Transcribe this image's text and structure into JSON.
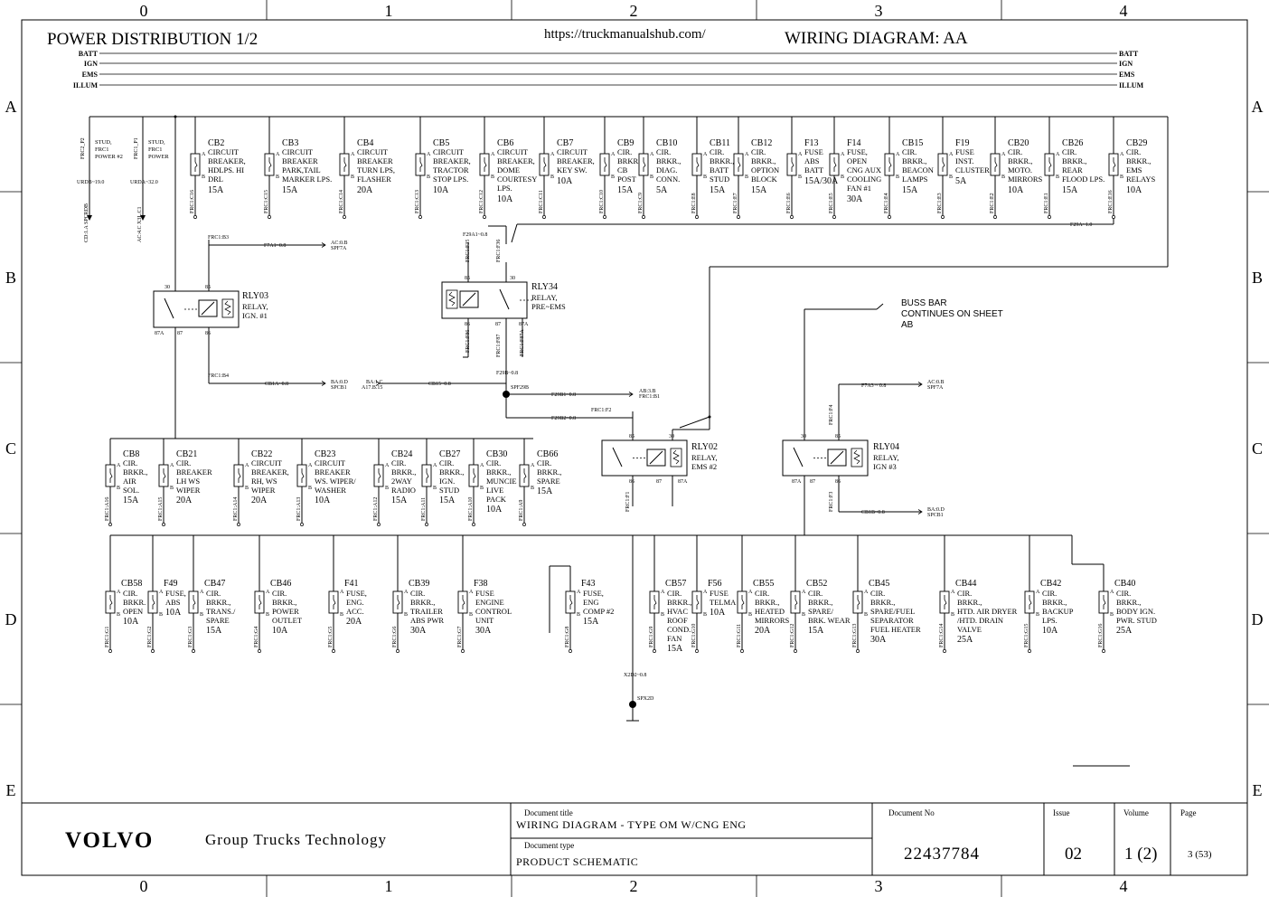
{
  "header": {
    "title": "POWER DISTRIBUTION 1/2",
    "url": "https://truckmanualshub.com/",
    "diagram": "WIRING DIAGRAM: AA"
  },
  "grid": {
    "cols": [
      "0",
      "1",
      "2",
      "3",
      "4"
    ],
    "rows": [
      "A",
      "B",
      "C",
      "D",
      "E"
    ]
  },
  "rails": [
    "BATT",
    "IGN",
    "EMS",
    "ILLUM"
  ],
  "row1": [
    {
      "id": "stud1",
      "lines": [
        "STUD,",
        "FRC1",
        "POWER #2"
      ],
      "pin": "FRC2_P2",
      "wire": "URDB~19.0",
      "conn": "CD:1.A  SPCRDB"
    },
    {
      "id": "stud2",
      "lines": [
        "STUD,",
        "FRC1",
        "POWER"
      ],
      "pin": "FRC1_P1",
      "wire": "URDA~32.0",
      "conn": "AC:4.C  X3L.C1"
    },
    {
      "id": "CB2",
      "lines": [
        "CIRCUIT",
        "BREAKER,",
        "HDLPS. HI",
        "DRL"
      ],
      "amp": "15A",
      "pin": "FRC1:C16"
    },
    {
      "id": "CB3",
      "lines": [
        "CIRCUIT",
        "BREAKER",
        "PARK,TAIL",
        "MARKER LPS."
      ],
      "amp": "15A",
      "pin": "FRC1:C15"
    },
    {
      "id": "CB4",
      "lines": [
        "CIRCUIT",
        "BREAKER",
        "TURN LPS,",
        "FLASHER"
      ],
      "amp": "20A",
      "pin": "FRC1:C14"
    },
    {
      "id": "CB5",
      "lines": [
        "CIRCUIT",
        "BREAKER,",
        "TRACTOR",
        "STOP LPS."
      ],
      "amp": "10A",
      "pin": "FRC1:C13"
    },
    {
      "id": "CB6",
      "lines": [
        "CIRCUIT",
        "BREAKER,",
        "DOME",
        "COURTESY",
        "LPS."
      ],
      "amp": "10A",
      "pin": "FRC1:C12"
    },
    {
      "id": "CB7",
      "lines": [
        "CIRCUIT",
        "BREAKER,",
        "KEY SW."
      ],
      "amp": "10A",
      "pin": "FRC1:C11"
    },
    {
      "id": "CB9",
      "lines": [
        "CIR.",
        "BRKR.,",
        "CB",
        "POST"
      ],
      "amp": "15A",
      "pin": "FRC1:C10"
    },
    {
      "id": "CB10",
      "lines": [
        "CIR.",
        "BRKR.,",
        "DIAG.",
        "CONN."
      ],
      "amp": "5A",
      "pin": "FRC1:C9"
    },
    {
      "id": "CB11",
      "lines": [
        "CIR.",
        "BRKR.,",
        "BATT",
        "STUD"
      ],
      "amp": "15A",
      "pin": "FRC1:E8"
    },
    {
      "id": "CB12",
      "lines": [
        "CIR.",
        "BRKR.,",
        "OPTION",
        "BLOCK"
      ],
      "amp": "15A",
      "pin": "FRC1:E7"
    },
    {
      "id": "F13",
      "lines": [
        "FUSE",
        "ABS",
        "BATT"
      ],
      "amp": "15A/30A",
      "pin": "FRC1:E6"
    },
    {
      "id": "F14",
      "lines": [
        "FUSE,",
        "OPEN",
        "CNG AUX",
        "COOLING",
        "FAN #1"
      ],
      "amp": "30A",
      "pin": "FRC1:E5"
    },
    {
      "id": "CB15",
      "lines": [
        "CIR.",
        "BRKR.,",
        "BEACON",
        "LAMPS"
      ],
      "amp": "15A",
      "pin": "FRC1:E4"
    },
    {
      "id": "F19",
      "lines": [
        "FUSE",
        "INST.",
        "CLUSTER"
      ],
      "amp": "5A",
      "pin": "FRC1:E3"
    },
    {
      "id": "CB20",
      "lines": [
        "CIR.",
        "BRKR.,",
        "MOTO.",
        "MIRRORS"
      ],
      "amp": "10A",
      "pin": "FRC1:E2"
    },
    {
      "id": "CB26",
      "lines": [
        "CIR.",
        "BRKR.,",
        "REAR",
        "FLOOD LPS."
      ],
      "amp": "15A",
      "pin": "FRC1:E1"
    },
    {
      "id": "CB29",
      "lines": [
        "CIR.",
        "BRKR.,",
        "EMS",
        "RELAYS"
      ],
      "amp": "10A",
      "pin": "FRC1:E16"
    }
  ],
  "row2": [
    {
      "id": "CB8",
      "lines": [
        "CIR.",
        "BRKR.,",
        "AIR",
        "SOL."
      ],
      "amp": "15A",
      "pin": "FRC1:A16"
    },
    {
      "id": "CB21",
      "lines": [
        "CIR.",
        "BREAKER",
        "LH WS",
        "WIPER"
      ],
      "amp": "20A",
      "pin": "FRC1:A15"
    },
    {
      "id": "CB22",
      "lines": [
        "CIRCUIT",
        "BREAKER,",
        "RH, WS",
        "WIPER"
      ],
      "amp": "20A",
      "pin": "FRC1:A14"
    },
    {
      "id": "CB23",
      "lines": [
        "CIRCUIT",
        "BREAKER",
        "WS. WIPER/",
        "WASHER"
      ],
      "amp": "10A",
      "pin": "FRC1:A13"
    },
    {
      "id": "CB24",
      "lines": [
        "CIR.",
        "BRKR.,",
        "2WAY",
        "RADIO"
      ],
      "amp": "15A",
      "pin": "FRC1:A12"
    },
    {
      "id": "CB27",
      "lines": [
        "CIR.",
        "BRKR.,",
        "IGN.",
        "STUD"
      ],
      "amp": "15A",
      "pin": "FRC1:A11"
    },
    {
      "id": "CB30",
      "lines": [
        "CIR.",
        "BRKR.,",
        "MUNCIE",
        "LIVE",
        "PACK"
      ],
      "amp": "10A",
      "pin": "FRC1:A10"
    },
    {
      "id": "CB66",
      "lines": [
        "CIR.",
        "BRKR.,",
        "SPARE"
      ],
      "amp": "15A",
      "pin": "FRC1:A9"
    }
  ],
  "row3": [
    {
      "id": "CB58",
      "lines": [
        "CIR.",
        "BRKR.",
        "OPEN"
      ],
      "amp": "10A",
      "pin": "FRC1:G1"
    },
    {
      "id": "F49",
      "lines": [
        "FUSE,",
        "ABS"
      ],
      "amp": "10A",
      "pin": "FRC1:G2"
    },
    {
      "id": "CB47",
      "lines": [
        "CIR.",
        "BRKR.,",
        "TRANS./",
        "SPARE"
      ],
      "amp": "15A",
      "pin": "FRC1:G3"
    },
    {
      "id": "CB46",
      "lines": [
        "CIR.",
        "BRKR.,",
        "POWER",
        "OUTLET"
      ],
      "amp": "10A",
      "pin": "FRC1:G4"
    },
    {
      "id": "F41",
      "lines": [
        "FUSE,",
        "ENG.",
        "ACC."
      ],
      "amp": "20A",
      "pin": "FRC1:G5"
    },
    {
      "id": "CB39",
      "lines": [
        "CIR.",
        "BRKR.,",
        "TRAILER",
        "ABS PWR"
      ],
      "amp": "30A",
      "pin": "FRC1:G6"
    },
    {
      "id": "F38",
      "lines": [
        "FUSE",
        "ENGINE",
        "CONTROL",
        "UNIT"
      ],
      "amp": "30A",
      "pin": "FRC1:G7"
    },
    {
      "id": "F43",
      "lines": [
        "FUSE,",
        "ENG",
        "COMP #2"
      ],
      "amp": "15A",
      "pin": "FRC1:G8"
    },
    {
      "id": "CB57",
      "lines": [
        "CIR.",
        "BRKR.,",
        "HVAC",
        "ROOF",
        "COND.",
        "FAN"
      ],
      "amp": "15A",
      "pin": "FRC1:G9"
    },
    {
      "id": "F56",
      "lines": [
        "FUSE",
        "TELMA"
      ],
      "amp": "10A",
      "pin": "FRC1:G10"
    },
    {
      "id": "CB55",
      "lines": [
        "CIR.",
        "BRKR.,",
        "HEATED",
        "MIRRORS"
      ],
      "amp": "20A",
      "pin": "FRC1:G11"
    },
    {
      "id": "CB52",
      "lines": [
        "CIR.",
        "BRKR.,",
        "SPARE/",
        "BRK. WEAR"
      ],
      "amp": "15A",
      "pin": "FRC1:G12"
    },
    {
      "id": "CB45",
      "lines": [
        "CIR.",
        "BRKR.,",
        "SPARE/FUEL",
        "SEPARATOR",
        "FUEL HEATER"
      ],
      "amp": "30A",
      "pin": "FRC1:G13"
    },
    {
      "id": "CB44",
      "lines": [
        "CIR.",
        "BRKR.,",
        "HTD. AIR DRYER",
        "/HTD. DRAIN",
        "VALVE"
      ],
      "amp": "25A",
      "pin": "FRC1:G14"
    },
    {
      "id": "CB42",
      "lines": [
        "CIR.",
        "BRKR.,",
        "BACKUP",
        "LPS."
      ],
      "amp": "10A",
      "pin": "FRC1:G15"
    },
    {
      "id": "CB40",
      "lines": [
        "CIR.",
        "BRKR.,",
        "BODY IGN.",
        "PWR. STUD"
      ],
      "amp": "25A",
      "pin": "FRC1:G16"
    }
  ],
  "relays": [
    {
      "id": "RLY03",
      "lines": [
        "RELAY,",
        "IGN. #1"
      ],
      "pins": [
        "30",
        "85",
        "87A",
        "87",
        "86"
      ]
    },
    {
      "id": "RLY34",
      "lines": [
        "RELAY,",
        "PRE~EMS"
      ],
      "pins": [
        "85",
        "30",
        "86",
        "87",
        "87A"
      ]
    },
    {
      "id": "RLY02",
      "lines": [
        "RELAY,",
        "EMS #2"
      ],
      "pins": [
        "85",
        "30",
        "86",
        "87",
        "87A"
      ]
    },
    {
      "id": "RLY04",
      "lines": [
        "RELAY,",
        "IGN #3"
      ],
      "pins": [
        "30",
        "85",
        "87A",
        "87",
        "86"
      ]
    }
  ],
  "buss": [
    "BUSS BAR",
    "CONTINUES ON SHEET",
    "AB"
  ],
  "wires": {
    "frc1b3": "FRC1:B3",
    "f7a1": "F7A1~0.8",
    "ac0b": "AC:0.B",
    "spf7a": "SPF7A",
    "frc1b4": "FRC1:B4",
    "cb1a": "CB1A~0.8",
    "ba0d": "BA:0.D",
    "spcb1": "SPCB1",
    "ba1c": "BA:1.C",
    "a17b15": "A17.B.15",
    "cb15": "CB15~0.8",
    "f29a1": "F29A1~0.8",
    "frc1f35": "FRC1:F35",
    "frc1f36": "FRC1:F36",
    "frc1f86": "FRC1:F86",
    "frc1f87": "FRC1:F87",
    "frc1f87a": "FRC1:F87A",
    "f29b": "F29B~0.8",
    "spf29b": "SPF29B",
    "f29b1": "F29B1~0.8",
    "ab3b": "AB:3.B",
    "frc1b1": "FRC1:B1",
    "f29b2": "F29B2~0.8",
    "frc1f2": "FRC1:F2",
    "frc1f1": "FRC1:F1",
    "f29a": "F29A~1.0",
    "frc1f4": "FRC1:F4",
    "f7a3": "F7A3 ~ 0.8",
    "ac0b2": "AC:0.B",
    "spf7a2": "SPF7A",
    "frc1f3": "FRC1:F3",
    "cb1b": "CB1B~0.8",
    "ba0d2": "BA:0.D",
    "spcb12": "SPCB1",
    "x2d2": "X2D2~0.8",
    "spx2d": "SPX2D"
  },
  "footer": {
    "brand": "VOLVO",
    "company": "Group Trucks Technology",
    "doc_title_label": "Document title",
    "doc_title": "WIRING DIAGRAM - TYPE OM W/CNG ENG",
    "doc_type_label": "Document type",
    "doc_type": "PRODUCT SCHEMATIC",
    "doc_no_label": "Document No",
    "doc_no": "22437784",
    "issue_label": "Issue",
    "issue": "02",
    "volume_label": "Volume",
    "volume": "1 (2)",
    "page_label": "Page",
    "page": "3 (53)"
  }
}
